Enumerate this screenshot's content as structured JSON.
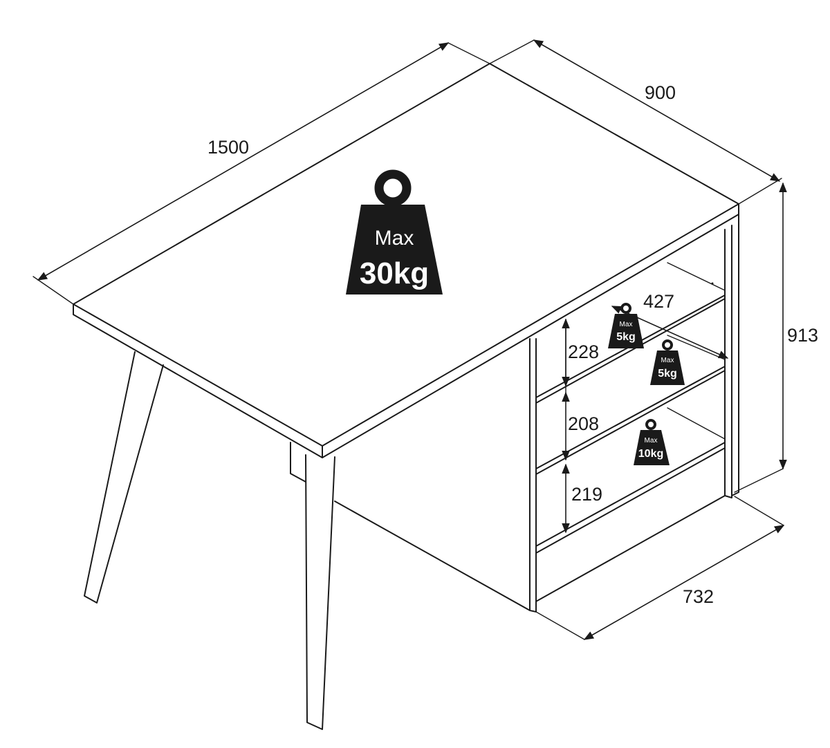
{
  "dimensions": {
    "width": "1500",
    "depth": "900",
    "height": "913",
    "cabinet_depth": "732",
    "shelf_width": "427",
    "shelf_1_height": "228",
    "shelf_2_height": "208",
    "shelf_3_height": "219"
  },
  "weights": {
    "top": {
      "label": "Max",
      "value": "30kg"
    },
    "shelf_1": {
      "label": "Max",
      "value": "5kg"
    },
    "shelf_2": {
      "label": "Max",
      "value": "5kg"
    },
    "shelf_3": {
      "label": "Max",
      "value": "10kg"
    }
  },
  "colors": {
    "line": "#1a1a1a",
    "background": "#ffffff"
  }
}
